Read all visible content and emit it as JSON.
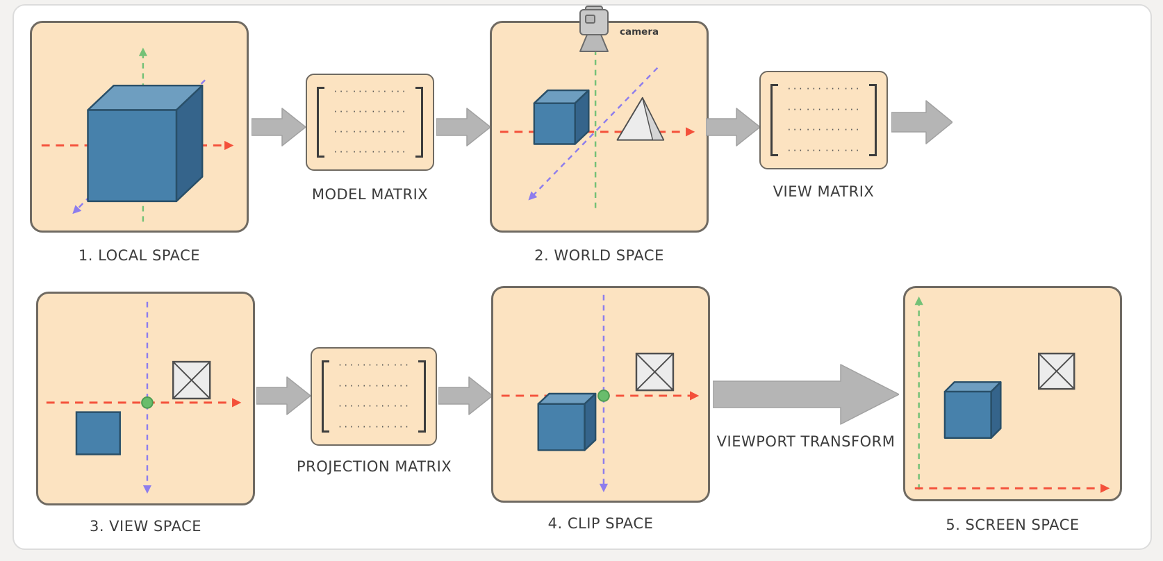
{
  "stages": [
    {
      "id": "local-space",
      "label": "1. LOCAL SPACE"
    },
    {
      "id": "world-space",
      "label": "2. WORLD SPACE"
    },
    {
      "id": "view-space",
      "label": "3. VIEW SPACE"
    },
    {
      "id": "clip-space",
      "label": "4. CLIP SPACE"
    },
    {
      "id": "screen-space",
      "label": "5. SCREEN SPACE"
    }
  ],
  "matrices": [
    {
      "id": "model-matrix",
      "label": "MODEL MATRIX"
    },
    {
      "id": "view-matrix",
      "label": "VIEW MATRIX"
    },
    {
      "id": "projection-matrix",
      "label": "PROJECTION MATRIX"
    }
  ],
  "labels": {
    "viewport_transform": "VIEWPORT TRANSFORM",
    "camera": "camera"
  },
  "matrix_cell": "···",
  "matrix_size": {
    "rows": 4,
    "cols": 4
  },
  "colors": {
    "page_bg": "#f3f2f0",
    "canvas_bg": "#ffffff",
    "canvas_border": "#dcdcdc",
    "panel_bg": "#fce3c1",
    "panel_border": "#6f6a62",
    "arrow_gray": "#b5b5b5",
    "arrow_edge": "#a2a2a2",
    "axis_red": "#f4503a",
    "axis_green": "#74c177",
    "axis_purple": "#8d7ded",
    "cube_front": "#4781ab",
    "cube_top": "#6e9ec0",
    "cube_right": "#35648b",
    "cube_stroke": "#294f68",
    "shape_gray": "#ececec",
    "shape_gray_dark": "#d5d5d5",
    "shape_stroke": "#4f4f4f",
    "dot_green": "#69bd6c",
    "dot_green_edge": "#4d9c52",
    "text": "#3c3c3c",
    "matrix_text": "#555555",
    "camera_fill": "#c9c9c9",
    "camera_fill_dark": "#b9b9b9",
    "camera_stroke": "#6b6b6b"
  }
}
